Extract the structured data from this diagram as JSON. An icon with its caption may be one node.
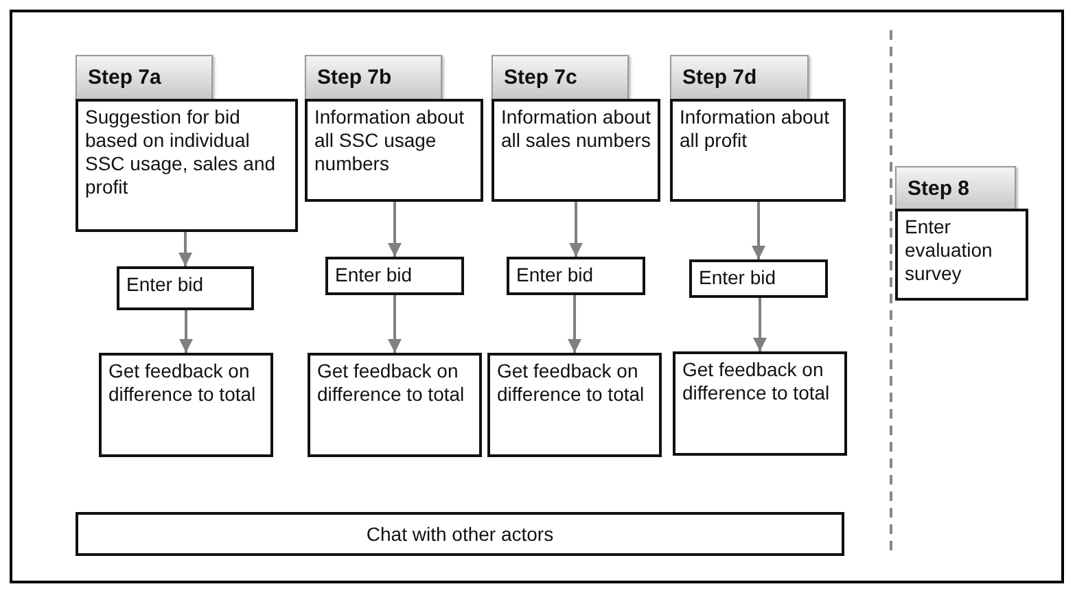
{
  "diagram": {
    "nodes": [
      {
        "text": [
          "Step 7a"
        ]
      },
      {
        "text": [
          "Step 7b"
        ]
      },
      {
        "text": [
          "Step 7c"
        ]
      },
      {
        "text": [
          "Step 7d"
        ]
      },
      {
        "text": [
          "Suggestion for bid based on individual SSC usage, sales and profit"
        ]
      },
      {
        "text": [
          "Information about all SSC usage numbers"
        ]
      },
      {
        "text": [
          "Information about all sales numbers"
        ]
      },
      {
        "text": [
          "Information about all profit"
        ]
      },
      {
        "text": [
          "Step 8"
        ]
      },
      {
        "text": [
          "Enter evaluation survey"
        ]
      },
      {
        "text": [
          "Enter bid"
        ]
      },
      {
        "text": [
          "Enter bid"
        ]
      },
      {
        "text": [
          "Enter bid"
        ]
      },
      {
        "text": [
          "Enter bid"
        ]
      },
      {
        "text": [
          "Get feedback on difference to total"
        ]
      },
      {
        "text": [
          "Get feedback on difference to total"
        ]
      },
      {
        "text": [
          "Get feedback on difference to total"
        ]
      },
      {
        "text": [
          "Get feedback on difference to total"
        ]
      },
      {
        "text": [
          "Chat with other actors"
        ]
      }
    ],
    "edges": [
      {
        "from": 4,
        "to": 10,
        "arrow": "to"
      },
      {
        "from": 5,
        "to": 11,
        "arrow": "to"
      },
      {
        "from": 6,
        "to": 12,
        "arrow": "to"
      },
      {
        "from": 7,
        "to": 13,
        "arrow": "to"
      },
      {
        "from": 10,
        "to": 14,
        "arrow": "to"
      },
      {
        "from": 11,
        "to": 15,
        "arrow": "to"
      },
      {
        "from": 12,
        "to": 16,
        "arrow": "to"
      },
      {
        "from": 13,
        "to": 17,
        "arrow": "to"
      }
    ]
  }
}
